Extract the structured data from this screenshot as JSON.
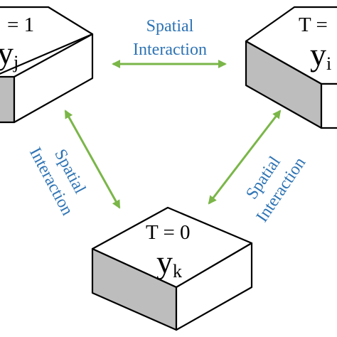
{
  "colors": {
    "arrow": "#7ab648",
    "label": "#2e74b5",
    "box_top": "#ffffff",
    "box_left": "#bdbdbd",
    "box_right": "#ffffff",
    "box_stroke": "#000000"
  },
  "nodes": {
    "j": {
      "time_label": "= 1",
      "variable": "y",
      "subscript": "j"
    },
    "i": {
      "time_label": "T =",
      "variable": "y",
      "subscript": "i"
    },
    "k": {
      "time_label": "T = 0",
      "variable": "y",
      "subscript": "k"
    }
  },
  "edges": {
    "top": {
      "line1": "Spatial",
      "line2": "Interaction"
    },
    "left": {
      "line1": "Spatial",
      "line2": "Interaction"
    },
    "right": {
      "line1": "Spatial",
      "line2": "Interaction"
    }
  }
}
